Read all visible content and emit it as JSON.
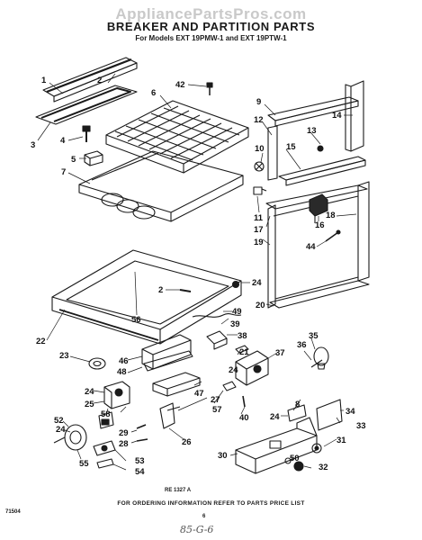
{
  "watermark": "AppliancePartsPros.com",
  "title": "BREAKER AND PARTITION PARTS",
  "subtitle": "For Models EXT 19PMW-1 and EXT 19PTW-1",
  "footer": "FOR ORDERING INFORMATION REFER TO PARTS PRICE LIST",
  "page_number": "6",
  "left_code": "71504",
  "illustration_code": "RE 1327 A",
  "handwritten_note": "85-G-6",
  "callouts": [
    "1",
    "2",
    "3",
    "4",
    "5",
    "6",
    "7",
    "42",
    "9",
    "12",
    "14",
    "10",
    "13",
    "15",
    "11",
    "16",
    "17",
    "18",
    "19",
    "44",
    "2",
    "24",
    "56",
    "20",
    "22",
    "49",
    "39",
    "38",
    "35",
    "36",
    "21",
    "37",
    "23",
    "46",
    "48",
    "24",
    "24",
    "47",
    "27",
    "57",
    "40",
    "8",
    "24",
    "33",
    "25",
    "58",
    "52",
    "29",
    "28",
    "26",
    "24",
    "31",
    "30",
    "53",
    "55",
    "54",
    "50",
    "32",
    "34"
  ]
}
